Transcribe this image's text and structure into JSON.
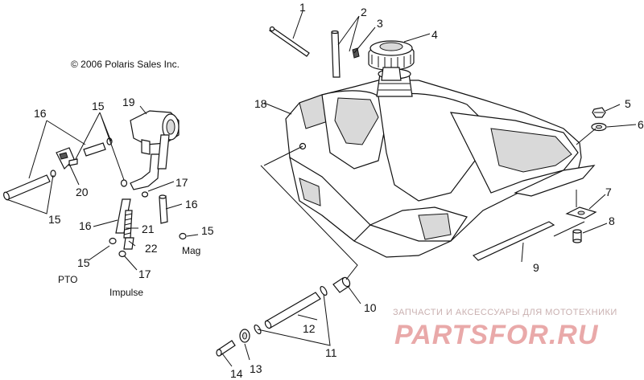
{
  "copyright": "© 2006 Polaris Sales Inc.",
  "callouts": {
    "c1": "1",
    "c2": "2",
    "c3": "3",
    "c4": "4",
    "c5": "5",
    "c6": "6",
    "c7": "7",
    "c8": "8",
    "c9": "9",
    "c10": "10",
    "c11": "11",
    "c12": "12",
    "c13": "13",
    "c14": "14",
    "c15a": "15",
    "c15b": "15",
    "c15c": "15",
    "c15d": "15",
    "c16a": "16",
    "c16b": "16",
    "c16c": "16",
    "c17a": "17",
    "c17b": "17",
    "c18": "18",
    "c19": "19",
    "c20": "20",
    "c21": "21",
    "c22": "22"
  },
  "labels": {
    "mag": "Mag",
    "pto": "PTO",
    "impulse": "Impulse"
  },
  "watermark": {
    "tagline": "ЗАПЧАСТИ И АКСЕССУАРЫ ДЛЯ МОТОТЕХНИКИ",
    "brand": "PARTSFOR.RU"
  },
  "colors": {
    "line": "#111111",
    "watermark": "#e9a9a9"
  }
}
